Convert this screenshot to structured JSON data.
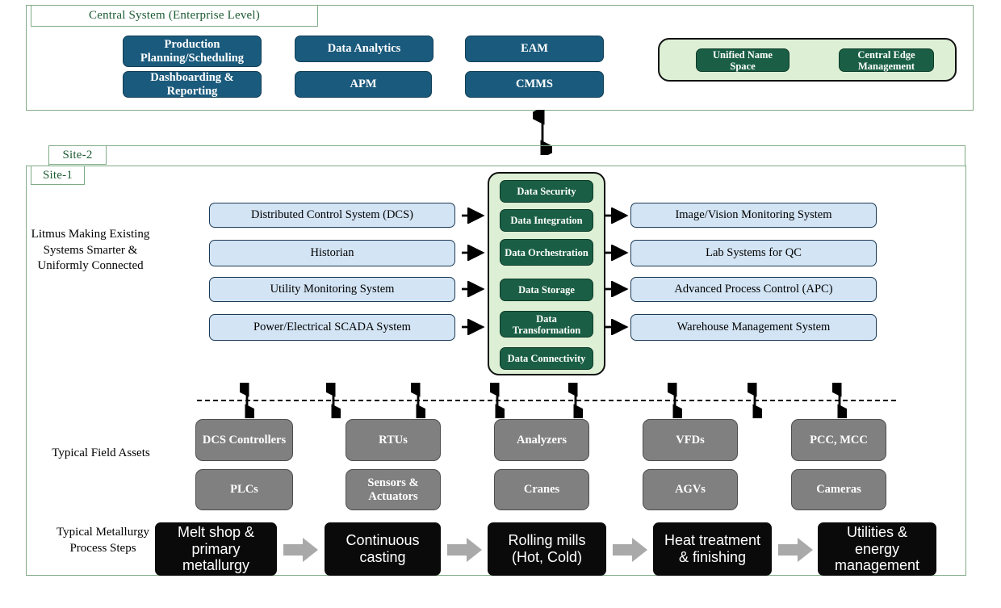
{
  "diagram": {
    "title_visible": false
  },
  "central": {
    "tab_label": "Central System (Enterprise Level)",
    "apps_col1": [
      "Production Planning/Scheduling",
      "Dashboarding & Reporting"
    ],
    "apps_col2": [
      "Data Analytics",
      "APM"
    ],
    "apps_col3": [
      "EAM",
      "CMMS"
    ],
    "platform_boxes": [
      "Unified Name Space",
      "Central Edge Management"
    ]
  },
  "sites": {
    "site2_label": "Site-2",
    "site1_label": "Site-1"
  },
  "middle": {
    "row_label": "Litmus Making Existing Systems Smarter & Uniformly Connected",
    "left_systems": [
      "Distributed Control System (DCS)",
      "Historian",
      "Utility Monitoring System",
      "Power/Electrical SCADA System"
    ],
    "data_stack": [
      "Data Security",
      "Data Integration",
      "Data Orchestration",
      "Data Storage",
      "Data Transformation",
      "Data Connectivity"
    ],
    "right_systems": [
      "Image/Vision Monitoring System",
      "Lab Systems for QC",
      "Advanced Process Control (APC)",
      "Warehouse Management System"
    ]
  },
  "field": {
    "row_label": "Typical Field Assets",
    "columns": [
      {
        "top": "DCS Controllers",
        "bottom": "PLCs"
      },
      {
        "top": "RTUs",
        "bottom": "Sensors & Actuators"
      },
      {
        "top": "Analyzers",
        "bottom": "Cranes"
      },
      {
        "top": "VFDs",
        "bottom": "AGVs"
      },
      {
        "top": "PCC, MCC",
        "bottom": "Cameras"
      }
    ]
  },
  "process": {
    "row_label": "Typical Metallurgy Process Steps",
    "steps": [
      "Melt shop & primary metallurgy",
      "Continuous casting",
      "Rolling mills (Hot, Cold)",
      "Heat treatment & finishing",
      "Utilities & energy management"
    ]
  },
  "colors": {
    "frame_green": "#7faa86",
    "tab_text_green": "#1d5b33",
    "app_blue": "#1a5a7c",
    "platform_green": "#1a5f45",
    "well_light_green": "#ddf0d5",
    "system_light_blue": "#d3e4f4",
    "system_border_navy": "#1b3a55",
    "asset_gray": "#808080",
    "process_black": "#0a0a0a",
    "chevron_gray": "#a9a9a9"
  }
}
